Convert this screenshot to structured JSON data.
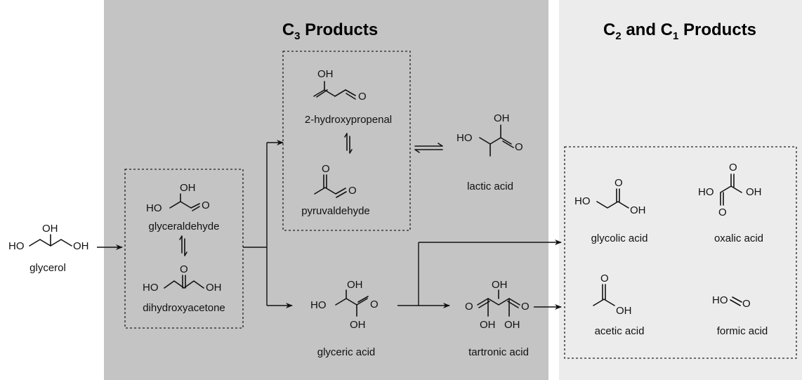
{
  "panels": {
    "c3_title_main": "C",
    "c3_title_sub": "3",
    "c3_title_rest": " Products",
    "c21_title_a": "C",
    "c21_title_a_sub": "2",
    "c21_title_mid": " and C",
    "c21_title_b_sub": "1",
    "c21_title_rest": " Products"
  },
  "compounds": {
    "glycerol": "glycerol",
    "glyceraldehyde": "glyceraldehyde",
    "dihydroxyacetone": "dihydroxyacetone",
    "hydroxypropenal": "2-hydroxypropenal",
    "pyruvaldehyde": "pyruvaldehyde",
    "lactic_acid": "lactic acid",
    "glyceric_acid": "glyceric acid",
    "tartronic_acid": "tartronic acid",
    "glycolic_acid": "glycolic acid",
    "oxalic_acid": "oxalic acid",
    "acetic_acid": "acetic acid",
    "formic_acid": "formic acid"
  },
  "atoms": {
    "OH": "OH",
    "HO": "HO",
    "O": "O"
  },
  "colors": {
    "c3_panel": "#c4c4c4",
    "c21_panel": "#ececec",
    "background": "#ffffff"
  }
}
